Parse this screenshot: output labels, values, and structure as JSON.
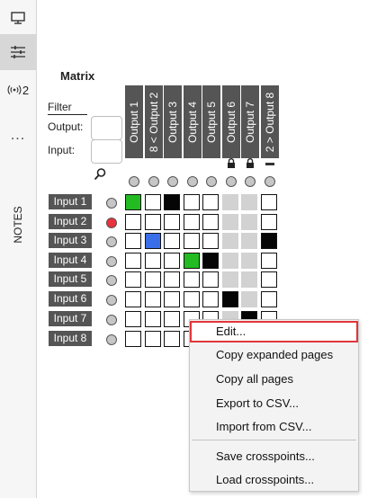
{
  "sidebar": {
    "icons": [
      "monitor-icon",
      "sliders-icon",
      "broadcast-icon",
      "more-icon"
    ],
    "signal_count": "2",
    "more_label": "...",
    "notes_label": "NOTES"
  },
  "matrix": {
    "title": "Matrix",
    "filter": {
      "label": "Filter",
      "output_label": "Output:",
      "input_label": "Input:",
      "output_value": "",
      "input_value": ""
    },
    "outputs": [
      "Output 1",
      "8 < Output 2",
      "Output 3",
      "Output 4",
      "Output 5",
      "Output 6",
      "Output 7",
      "2 > Output 8"
    ],
    "locked_outputs": [
      6,
      7
    ],
    "inputs": [
      "Input 1",
      "Input 2",
      "Input 3",
      "Input 4",
      "Input 5",
      "Input 6",
      "Input 7",
      "Input 8"
    ],
    "input_alert": [
      false,
      true,
      false,
      false,
      false,
      false,
      false,
      false
    ],
    "crosspoints": [
      [
        1,
        0,
        2,
        0,
        0,
        0,
        0,
        0
      ],
      [
        0,
        0,
        0,
        0,
        0,
        0,
        0,
        0
      ],
      [
        0,
        3,
        0,
        0,
        0,
        0,
        0,
        2
      ],
      [
        0,
        0,
        0,
        1,
        2,
        0,
        0,
        0
      ],
      [
        0,
        0,
        0,
        0,
        0,
        0,
        0,
        0
      ],
      [
        0,
        0,
        0,
        0,
        0,
        2,
        0,
        0
      ],
      [
        0,
        0,
        0,
        0,
        0,
        0,
        2,
        0
      ],
      [
        0,
        0,
        0,
        0,
        0,
        0,
        0,
        0
      ]
    ],
    "crosspoint_colors": {
      "1": "#22bb22",
      "2": "#050505",
      "3": "#3a6ee8"
    }
  },
  "context_menu": {
    "items": [
      "Edit...",
      "Copy expanded pages",
      "Copy all pages",
      "Export to CSV...",
      "Import from CSV...",
      "Save crosspoints...",
      "Load crosspoints..."
    ],
    "selected_index": 0,
    "selected_color": "#e0363a"
  }
}
